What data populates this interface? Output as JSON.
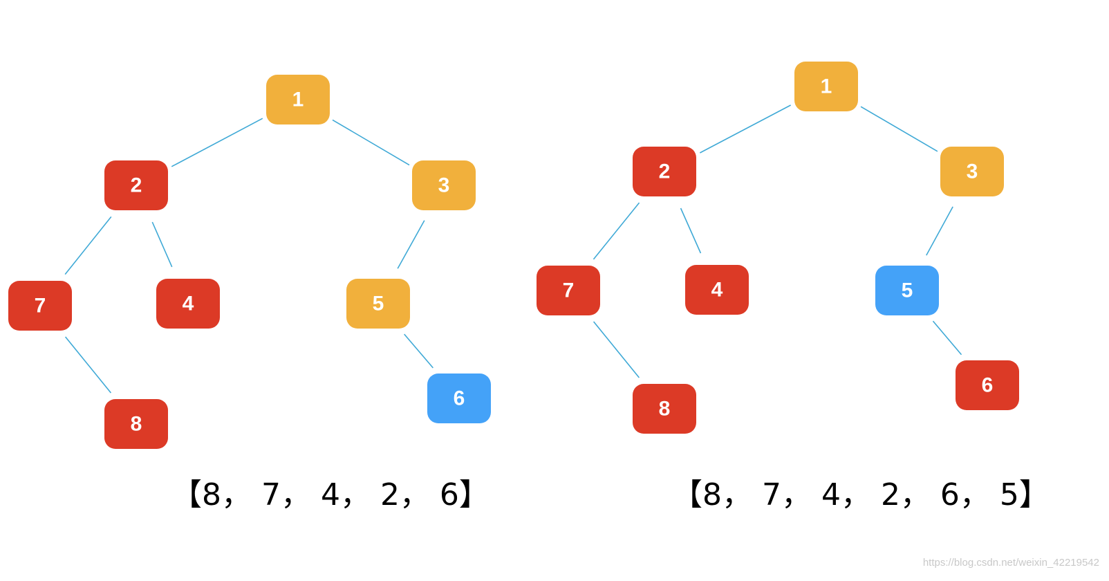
{
  "colors": {
    "red": "#dc3a26",
    "orange": "#f1b03c",
    "blue": "#44a2f8",
    "edge": "#3fa9d6"
  },
  "trees": [
    {
      "id": "left-tree",
      "nodes": [
        {
          "id": "1",
          "label": "1",
          "color": "orange"
        },
        {
          "id": "2",
          "label": "2",
          "color": "red"
        },
        {
          "id": "3",
          "label": "3",
          "color": "orange"
        },
        {
          "id": "7",
          "label": "7",
          "color": "red"
        },
        {
          "id": "4",
          "label": "4",
          "color": "red"
        },
        {
          "id": "5",
          "label": "5",
          "color": "orange"
        },
        {
          "id": "8",
          "label": "8",
          "color": "red"
        },
        {
          "id": "6",
          "label": "6",
          "color": "blue"
        }
      ],
      "edges": [
        [
          "1",
          "2"
        ],
        [
          "1",
          "3"
        ],
        [
          "2",
          "7"
        ],
        [
          "2",
          "4"
        ],
        [
          "3",
          "5"
        ],
        [
          "7",
          "8"
        ],
        [
          "5",
          "6"
        ]
      ],
      "caption": "【8， 7， 4， 2， 6】"
    },
    {
      "id": "right-tree",
      "nodes": [
        {
          "id": "1",
          "label": "1",
          "color": "orange"
        },
        {
          "id": "2",
          "label": "2",
          "color": "red"
        },
        {
          "id": "3",
          "label": "3",
          "color": "orange"
        },
        {
          "id": "7",
          "label": "7",
          "color": "red"
        },
        {
          "id": "4",
          "label": "4",
          "color": "red"
        },
        {
          "id": "5",
          "label": "5",
          "color": "blue"
        },
        {
          "id": "8",
          "label": "8",
          "color": "red"
        },
        {
          "id": "6",
          "label": "6",
          "color": "red"
        }
      ],
      "edges": [
        [
          "1",
          "2"
        ],
        [
          "1",
          "3"
        ],
        [
          "2",
          "7"
        ],
        [
          "2",
          "4"
        ],
        [
          "3",
          "5"
        ],
        [
          "7",
          "8"
        ],
        [
          "5",
          "6"
        ]
      ],
      "caption": "【8， 7， 4， 2， 6， 5】"
    }
  ],
  "watermark": "https://blog.csdn.net/weixin_42219542"
}
